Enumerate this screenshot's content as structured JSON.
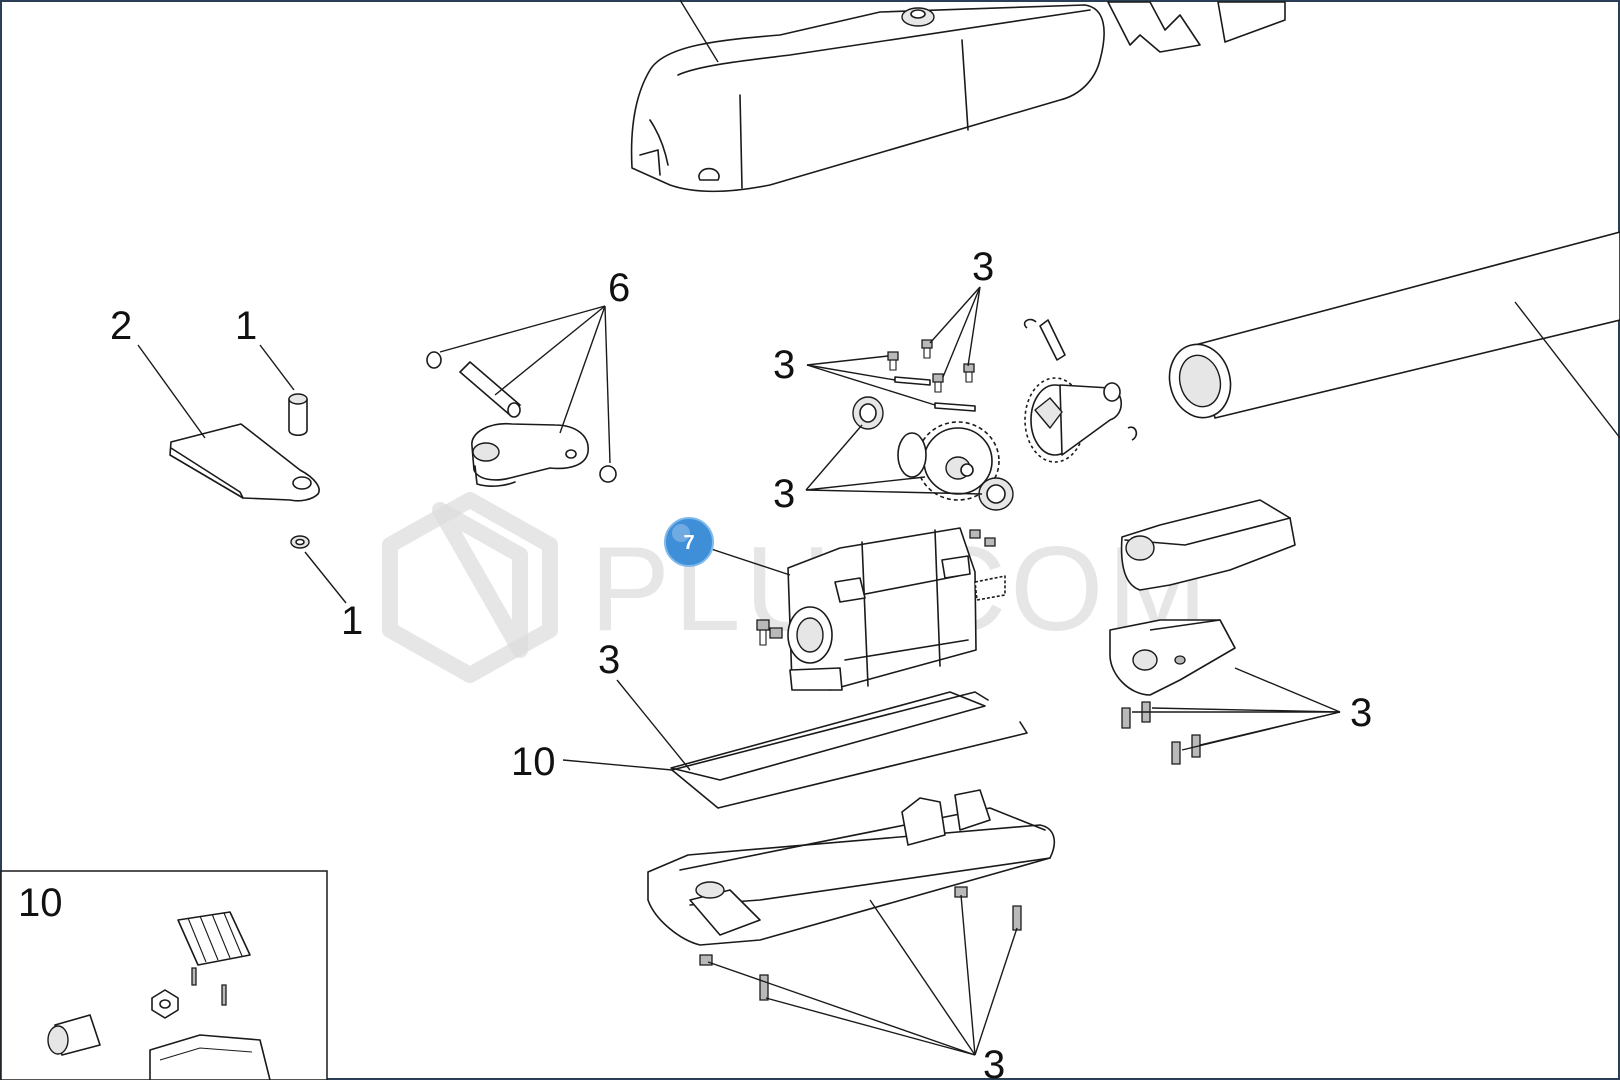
{
  "watermark": {
    "text": "PLUSCOM"
  },
  "hotspot": {
    "label": "7",
    "color": "#3f8fd8"
  },
  "callouts": {
    "top_cover": "",
    "plate": "2",
    "bushing_top": "1",
    "washer_bottom": "1",
    "pin_set": "6",
    "screws_upper": "3",
    "screws_left": "3",
    "bearings": "3",
    "gasket_line": "3",
    "gasket": "10",
    "end_caps": "3",
    "base_screws": "3"
  },
  "inset": {
    "title": "10"
  }
}
